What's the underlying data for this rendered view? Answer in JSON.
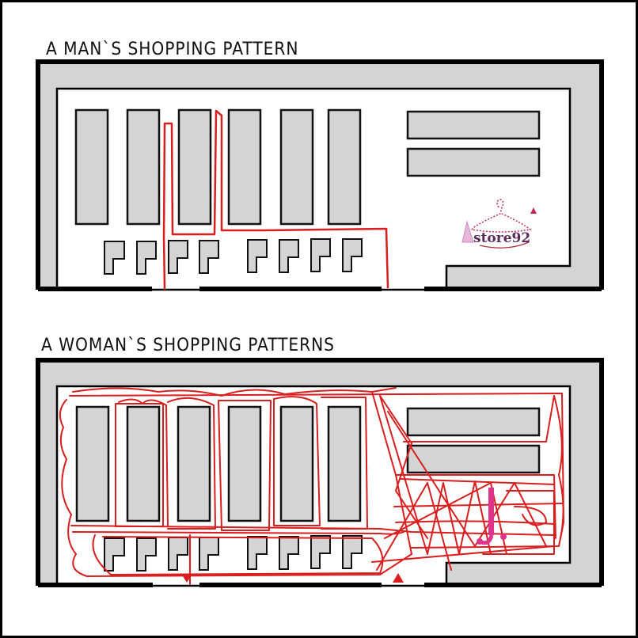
{
  "panels": [
    {
      "title": "A MAN`S SHOPPING PATTERN",
      "watermark": {
        "text": "store92",
        "icon": "hanger-dress-icon",
        "color": "#5a2a5a"
      },
      "path_color": "#d81e1e",
      "path_description": "single direct path from entrance to one shelf and out"
    },
    {
      "title": "A WOMAN`S SHOPPING PATTERNS",
      "watermark": {
        "text": "J",
        "color": "#e0348a"
      },
      "path_color": "#d81e1e",
      "path_description": "chaotic wandering paths covering entire store",
      "markers": [
        "entrance-triangle-down",
        "exit-triangle-up"
      ]
    }
  ],
  "colors": {
    "wall": "#000000",
    "shelf_fill": "#d4d4d4",
    "floor": "#ffffff",
    "path": "#d81e1e"
  }
}
